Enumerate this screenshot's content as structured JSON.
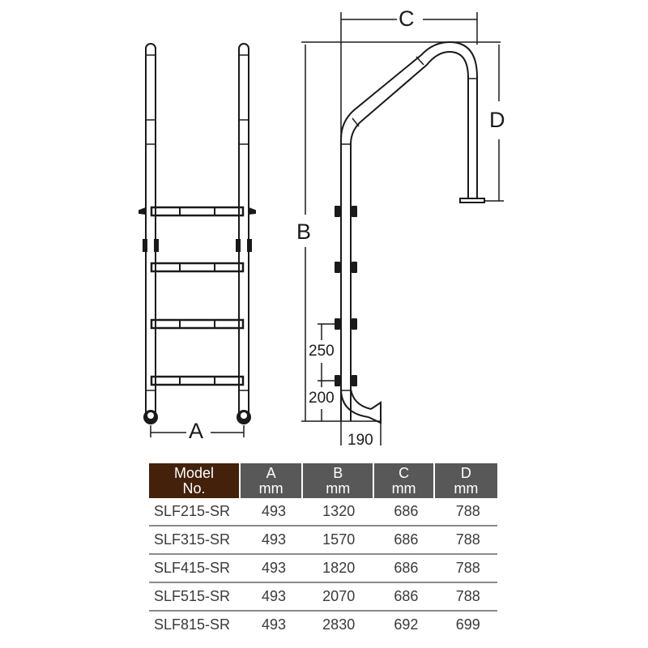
{
  "diagram": {
    "front_view": {
      "dimension_label": "A"
    },
    "side_view": {
      "labels": {
        "top_width": "C",
        "handrail_height": "D",
        "overall_height": "B",
        "step_spacing": "250",
        "bottom_step_height": "200",
        "base_offset": "190"
      }
    }
  },
  "table": {
    "headers": [
      {
        "line1": "Model",
        "line2": "No."
      },
      {
        "line1": "A",
        "line2": "mm"
      },
      {
        "line1": "B",
        "line2": "mm"
      },
      {
        "line1": "C",
        "line2": "mm"
      },
      {
        "line1": "D",
        "line2": "mm"
      }
    ],
    "rows": [
      {
        "model": "SLF215-SR",
        "a": "493",
        "b": "1320",
        "c": "686",
        "d": "788"
      },
      {
        "model": "SLF315-SR",
        "a": "493",
        "b": "1570",
        "c": "686",
        "d": "788"
      },
      {
        "model": "SLF415-SR",
        "a": "493",
        "b": "1820",
        "c": "686",
        "d": "788"
      },
      {
        "model": "SLF515-SR",
        "a": "493",
        "b": "2070",
        "c": "686",
        "d": "788"
      },
      {
        "model": "SLF815-SR",
        "a": "493",
        "b": "2830",
        "c": "692",
        "d": "699"
      }
    ],
    "colors": {
      "model_header_bg": "#43210b",
      "dim_header_bg": "#585858",
      "row_divider": "#8a8a8a",
      "text": "#3a3a3a"
    }
  }
}
